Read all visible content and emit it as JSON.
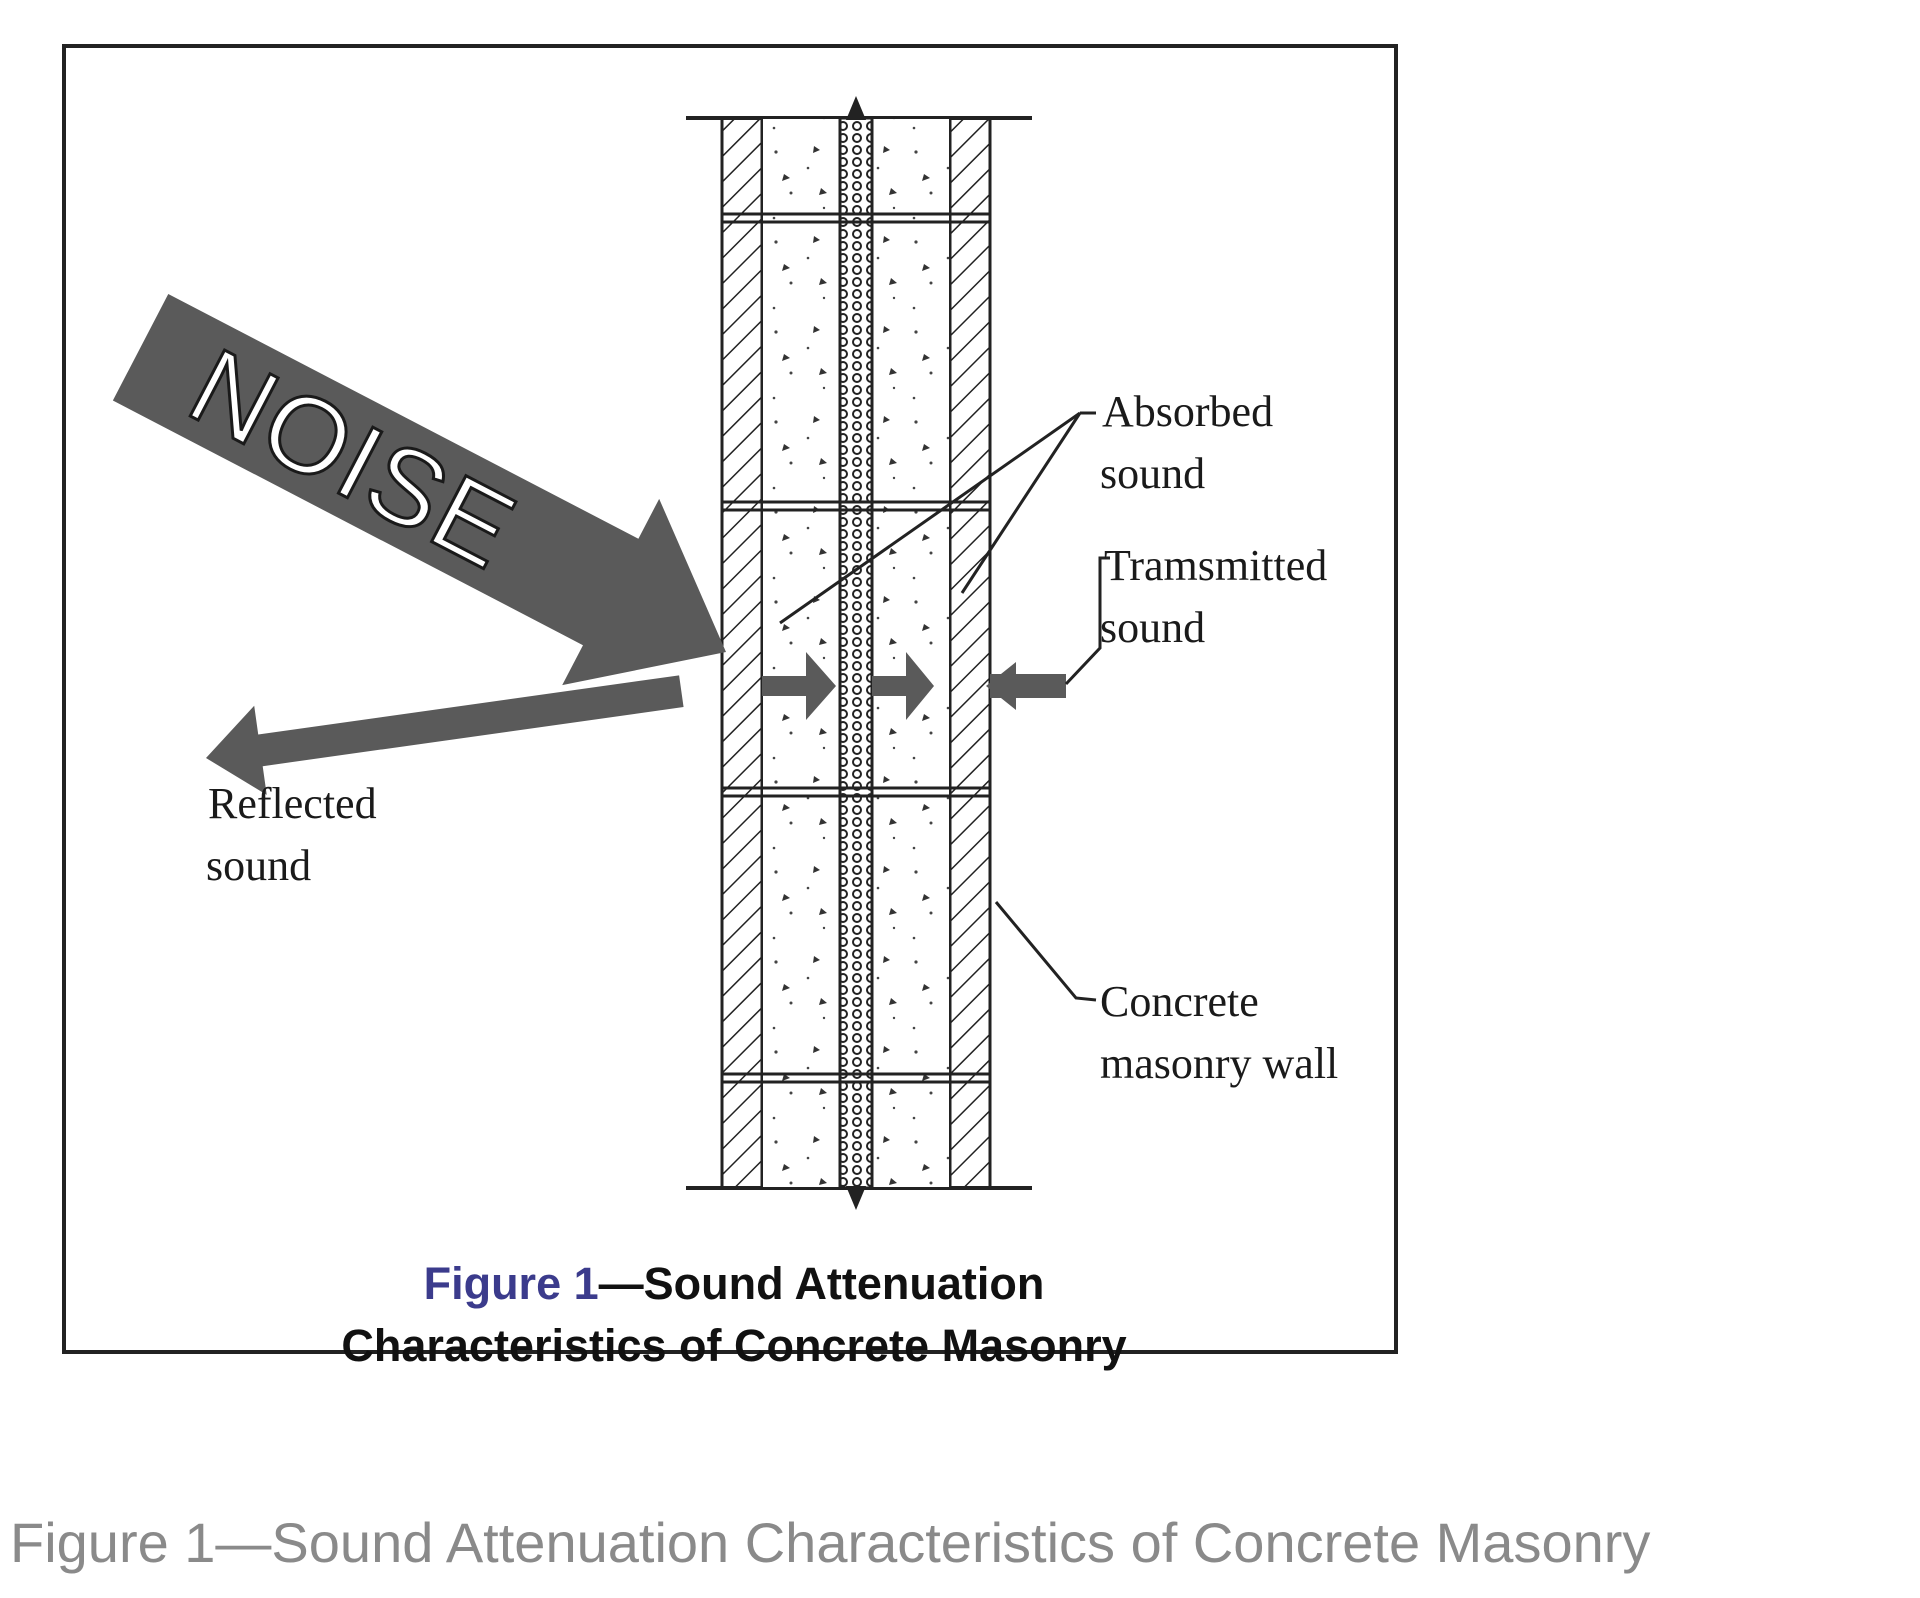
{
  "diagram": {
    "noise_label": "NOISE",
    "labels": {
      "absorbed": [
        "Absorbed",
        "sound"
      ],
      "transmitted": [
        "Tramsmitted",
        "sound"
      ],
      "reflected": [
        "Reflected",
        "sound"
      ],
      "wall": [
        "Concrete",
        "masonry wall"
      ]
    },
    "inner_caption": {
      "figure_number": "Figure 1",
      "line1": "—Sound Attenuation",
      "line2": "Characteristics of Concrete Masonry"
    },
    "colors": {
      "arrow": "#5a5a5a",
      "noise_text": "#ffffff",
      "figure_number": "#3b3b8c"
    }
  },
  "outer_caption": "Figure 1—Sound Attenuation Characteristics of Concrete Masonry"
}
